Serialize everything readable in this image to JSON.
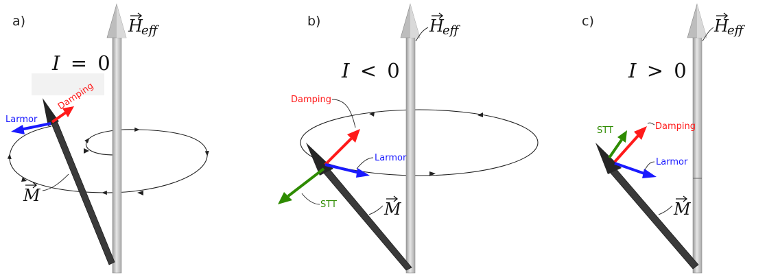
{
  "panels": [
    {
      "label": "a)",
      "condition": {
        "lhs": "I",
        "op": "=",
        "rhs": "0"
      },
      "field_label": {
        "symbol": "H",
        "subscript": "eff"
      },
      "magnetization_label": "M",
      "vectors": [
        {
          "name": "Larmor",
          "color": "#1a1aff"
        },
        {
          "name": "Damping",
          "color": "#ff1a1a"
        }
      ],
      "orbit": "inward-spiral"
    },
    {
      "label": "b)",
      "condition": {
        "lhs": "I",
        "op": "<",
        "rhs": "0"
      },
      "field_label": {
        "symbol": "H",
        "subscript": "eff"
      },
      "magnetization_label": "M",
      "vectors": [
        {
          "name": "Damping",
          "color": "#ff1a1a"
        },
        {
          "name": "Larmor",
          "color": "#1a1aff"
        },
        {
          "name": "STT",
          "color": "#2e8b00"
        }
      ],
      "orbit": "ellipse"
    },
    {
      "label": "c)",
      "condition": {
        "lhs": "I",
        "op": ">",
        "rhs": "0"
      },
      "field_label": {
        "symbol": "H",
        "subscript": "eff"
      },
      "magnetization_label": "M",
      "vectors": [
        {
          "name": "STT",
          "color": "#2e8b00"
        },
        {
          "name": "Damping",
          "color": "#ff1a1a"
        },
        {
          "name": "Larmor",
          "color": "#1a1aff"
        }
      ],
      "orbit": "none"
    }
  ],
  "colors": {
    "field_axis": "#c4c4c4",
    "magnetization": "#3a3a3a",
    "larmor": "#1a1aff",
    "damping": "#ff1a1a",
    "stt": "#2e8b00"
  }
}
